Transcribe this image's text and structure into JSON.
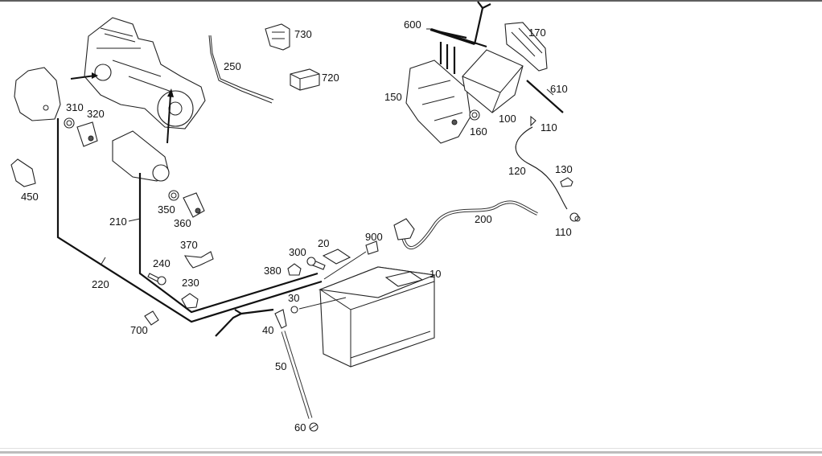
{
  "diagram": {
    "title": "Battery and starter wiring — exploded parts view",
    "callouts": [
      {
        "id": "c10",
        "label": "10",
        "part": "battery"
      },
      {
        "id": "c20",
        "label": "20",
        "part": "cover plate"
      },
      {
        "id": "c30",
        "label": "30",
        "part": "nut"
      },
      {
        "id": "c40",
        "label": "40",
        "part": "elbow connector"
      },
      {
        "id": "c50",
        "label": "50",
        "part": "vent hose"
      },
      {
        "id": "c60",
        "label": "60",
        "part": "hose end cap"
      },
      {
        "id": "c100",
        "label": "100",
        "part": "auxiliary battery"
      },
      {
        "id": "c110a",
        "label": "110",
        "part": "vent connector (upper)"
      },
      {
        "id": "c110b",
        "label": "110",
        "part": "vent connector (lower)"
      },
      {
        "id": "c120",
        "label": "120",
        "part": "vent hose"
      },
      {
        "id": "c130",
        "label": "130",
        "part": "grommet"
      },
      {
        "id": "c150",
        "label": "150",
        "part": "battery tray"
      },
      {
        "id": "c160",
        "label": "160",
        "part": "nut"
      },
      {
        "id": "c170",
        "label": "170",
        "part": "bracket"
      },
      {
        "id": "c200",
        "label": "200",
        "part": "battery cable with sensor"
      },
      {
        "id": "c210",
        "label": "210",
        "part": "starter cable"
      },
      {
        "id": "c220",
        "label": "220",
        "part": "alternator cable"
      },
      {
        "id": "c230",
        "label": "230",
        "part": "cable clip"
      },
      {
        "id": "c240",
        "label": "240",
        "part": "bolt"
      },
      {
        "id": "c250",
        "label": "250",
        "part": "ground strap"
      },
      {
        "id": "c300",
        "label": "300",
        "part": "bolt"
      },
      {
        "id": "c310",
        "label": "310",
        "part": "nut"
      },
      {
        "id": "c320",
        "label": "320",
        "part": "terminal cap"
      },
      {
        "id": "c350",
        "label": "350",
        "part": "nut"
      },
      {
        "id": "c360",
        "label": "360",
        "part": "terminal cap"
      },
      {
        "id": "c370",
        "label": "370",
        "part": "bracket"
      },
      {
        "id": "c380",
        "label": "380",
        "part": "nut"
      },
      {
        "id": "c450",
        "label": "450",
        "part": "bracket"
      },
      {
        "id": "c600",
        "label": "600",
        "part": "wiring harness"
      },
      {
        "id": "c610",
        "label": "610",
        "part": "cable"
      },
      {
        "id": "c700",
        "label": "700",
        "part": "spacer"
      },
      {
        "id": "c720",
        "label": "720",
        "part": "small battery"
      },
      {
        "id": "c730",
        "label": "730",
        "part": "relay module"
      },
      {
        "id": "c900",
        "label": "900",
        "part": "terminal cover"
      }
    ]
  }
}
